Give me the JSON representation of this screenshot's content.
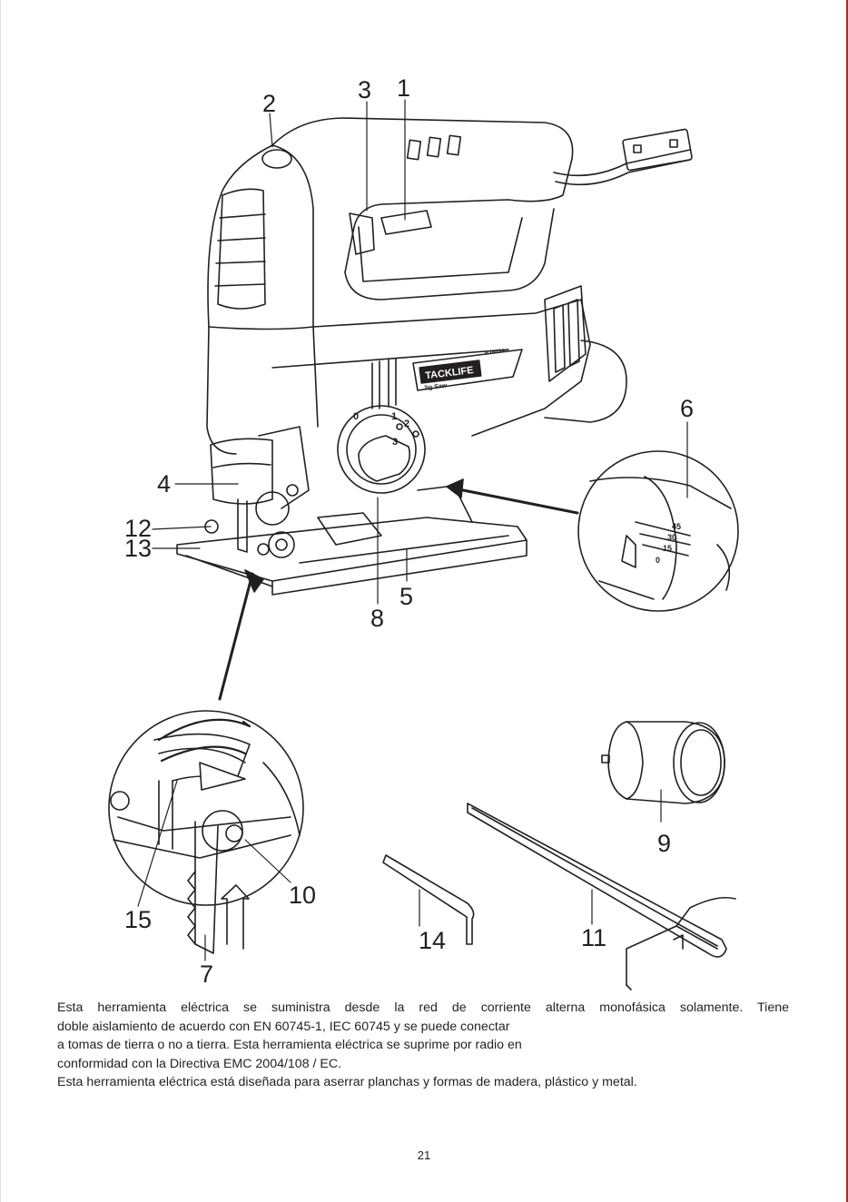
{
  "callouts": {
    "c1": "1",
    "c2": "2",
    "c3": "3",
    "c4": "4",
    "c5": "5",
    "c6": "6",
    "c7": "7",
    "c8": "8",
    "c9": "9",
    "c10": "10",
    "c11": "11",
    "c12": "12",
    "c13": "13",
    "c14": "14",
    "c15": "15"
  },
  "tool_labels": {
    "brand": "TACKLIFE",
    "model": "PJS03A",
    "product": "Jig Saw"
  },
  "dial_marks": [
    "0",
    "1",
    "2",
    "3"
  ],
  "bevel_scale": [
    "45",
    "30",
    "15",
    "0"
  ],
  "text": {
    "line1": "Esta herramienta eléctrica se suministra desde la red de corriente alterna monofásica solamente. Tiene",
    "line2": "doble aislamiento de acuerdo con EN 60745-1, IEC 60745 y se puede conectar",
    "line3": "a tomas de tierra o no a tierra. Esta herramienta eléctrica se suprime por radio en",
    "line4": "conformidad con la Directiva EMC 2004/108 / EC.",
    "line5": "Esta herramienta eléctrica está diseñada para aserrar planchas y formas de madera, plástico y metal."
  },
  "page_number": "21",
  "colors": {
    "ink": "#231f20",
    "frame_accent": "#b22a2a"
  }
}
